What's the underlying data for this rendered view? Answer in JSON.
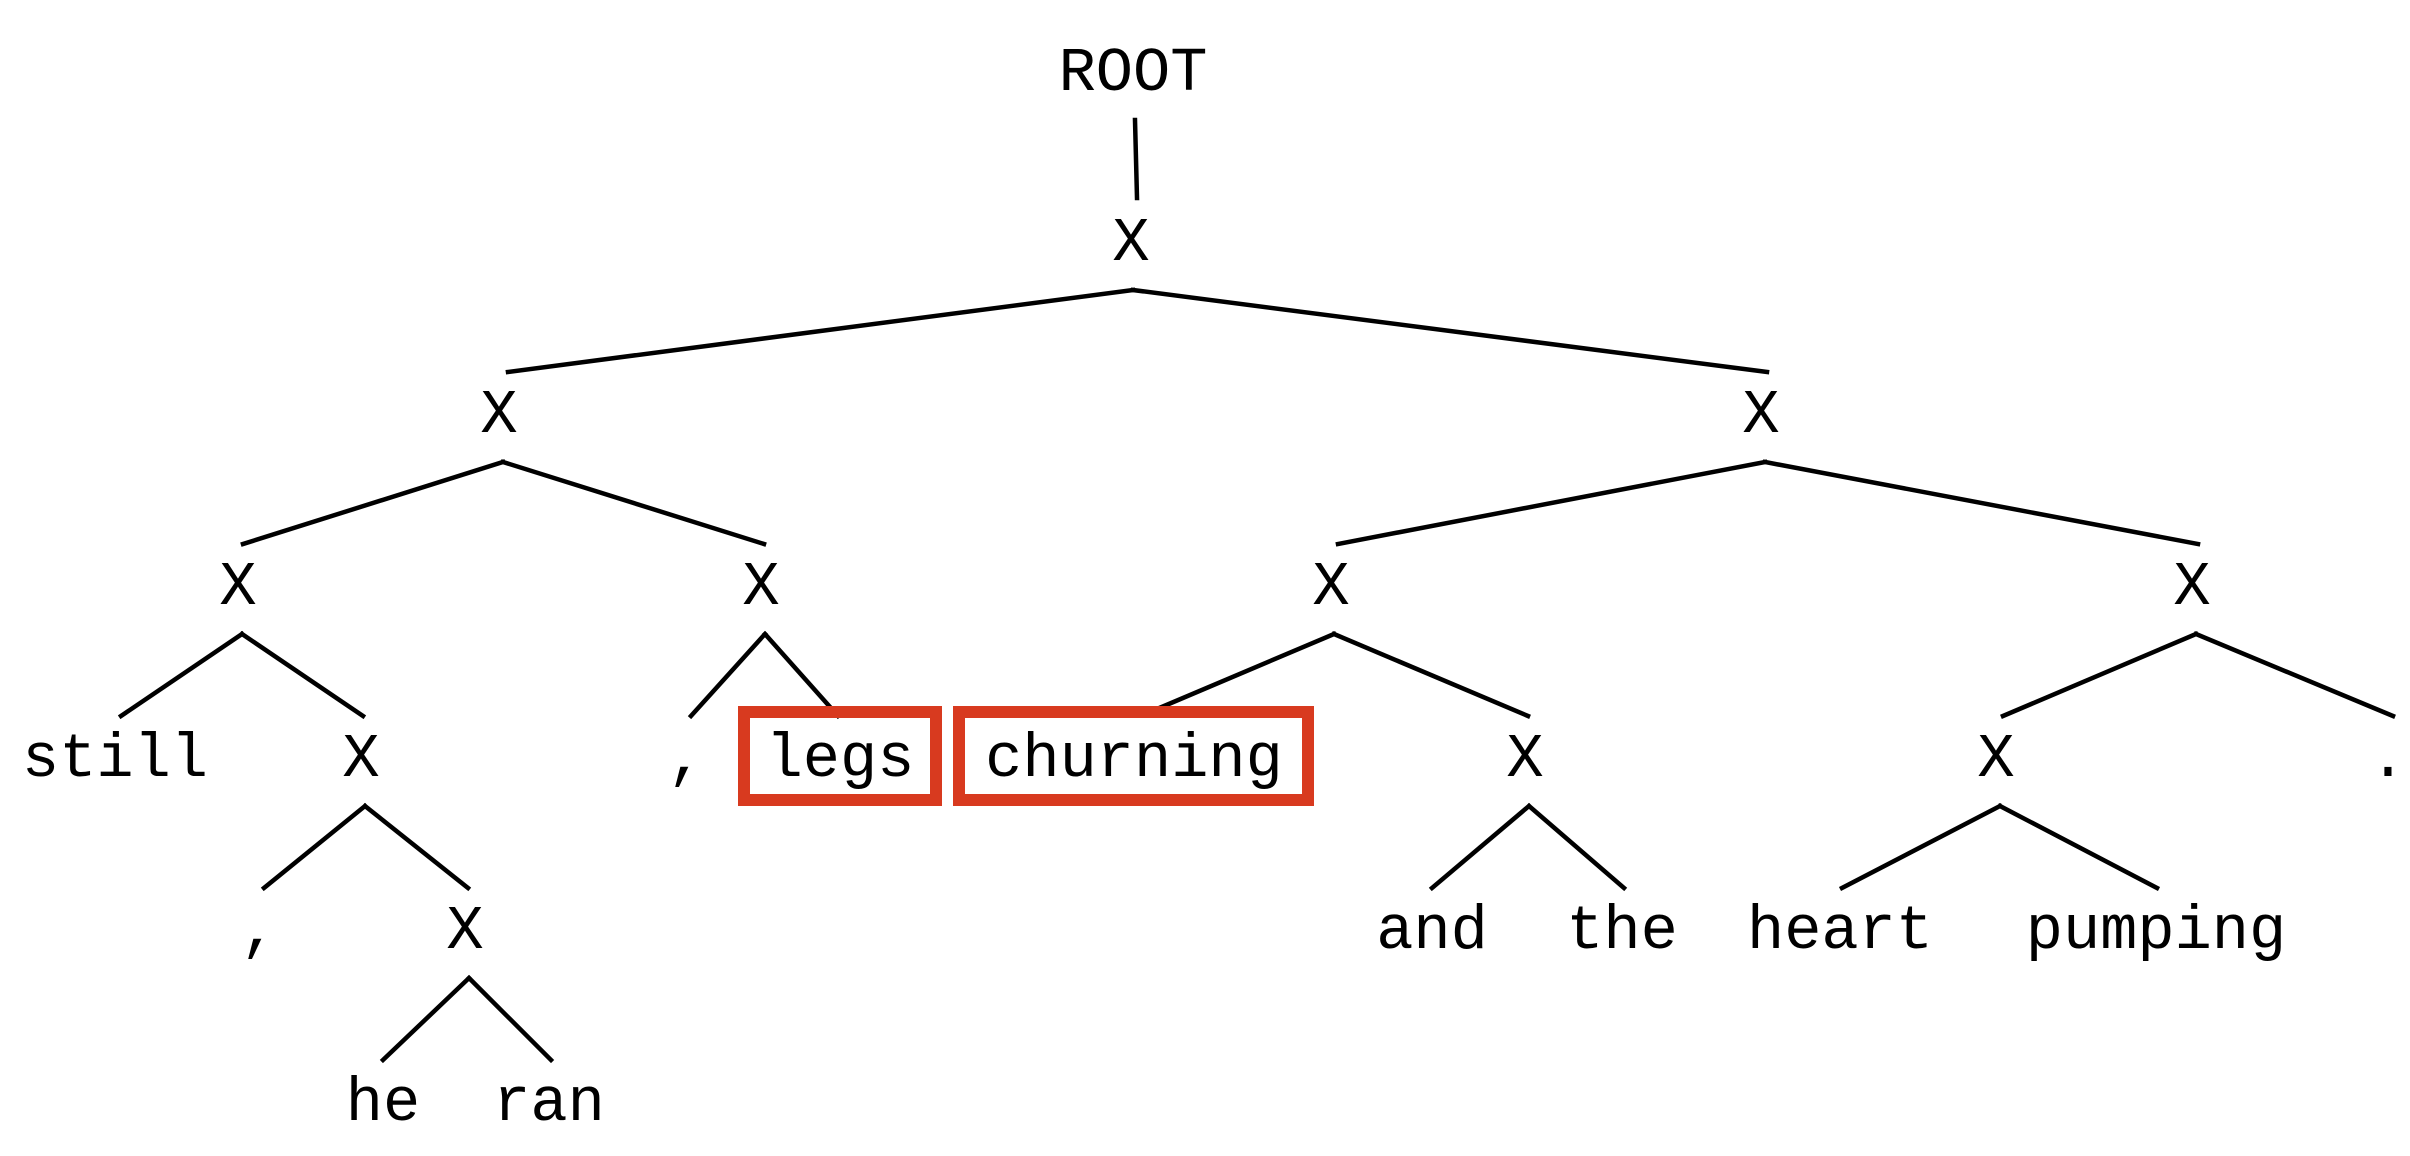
{
  "tree": {
    "root_label": "ROOT",
    "internal_label": "X",
    "tokens": [
      "still",
      ",",
      "he",
      "ran",
      ",",
      "legs",
      "churning",
      "and",
      "the",
      "heart",
      "pumping",
      "."
    ],
    "highlighted_tokens": [
      "legs",
      "churning"
    ],
    "highlight_color": "#d83a1f",
    "line_color": "#000000"
  }
}
